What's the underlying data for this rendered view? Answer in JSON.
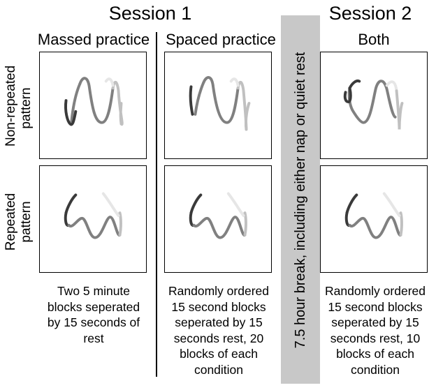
{
  "sessions": {
    "session1_title": "Session 1",
    "session2_title": "Session 2"
  },
  "columns": {
    "massed": "Massed practice",
    "spaced": "Spaced practice",
    "both": "Both"
  },
  "rows": {
    "nonrepeated": [
      "Non-repeated",
      "pattern"
    ],
    "repeated": [
      "Repeated",
      "pattern"
    ]
  },
  "break_text": "7.5 hour break, including either nap or quiet rest",
  "descriptions": {
    "massed": [
      "Two 5 minute",
      "blocks seperated",
      "by 15 seconds of",
      "rest"
    ],
    "spaced": [
      "Randomly ordered",
      "15 second blocks",
      "seperated by 15",
      "seconds rest, 20",
      "blocks of each",
      "condition"
    ],
    "both": [
      "Randomly ordered",
      "15 second blocks",
      "seperated by 15",
      "seconds rest, 10",
      "blocks of each",
      "condition"
    ]
  },
  "colors": {
    "break_band": "#c8c8c8",
    "stroke_dark": "#3a3a3a",
    "stroke_mid": "#808080",
    "stroke_light": "#c0c0c0",
    "stroke_faint": "#e6e6e6"
  }
}
